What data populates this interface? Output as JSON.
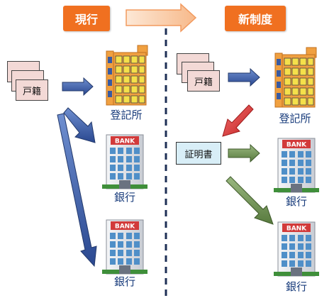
{
  "headers": {
    "current": "現行",
    "new_system": "新制度"
  },
  "labels": {
    "registry_left": "登記所",
    "bank_left_1": "銀行",
    "bank_left_2": "銀行",
    "registry_right": "登記所",
    "bank_right_1": "銀行",
    "bank_right_2": "銀行"
  },
  "koseki_label": "戸籍",
  "certificate_label": "証明書",
  "bank_sign": "BANK",
  "colors": {
    "header_bg": "#f07020",
    "blue_arrow": "#2f4f9a",
    "red_arrow": "#d93030",
    "green_arrow": "#5a7a40",
    "divider": "#1e2f55",
    "koseki_card": "#f3d9d6",
    "certificate_card": "#d8eef7",
    "building_orange": "#f0a040",
    "window_yellow": "#f5e04a",
    "bank_sign": "#d23a3a"
  }
}
